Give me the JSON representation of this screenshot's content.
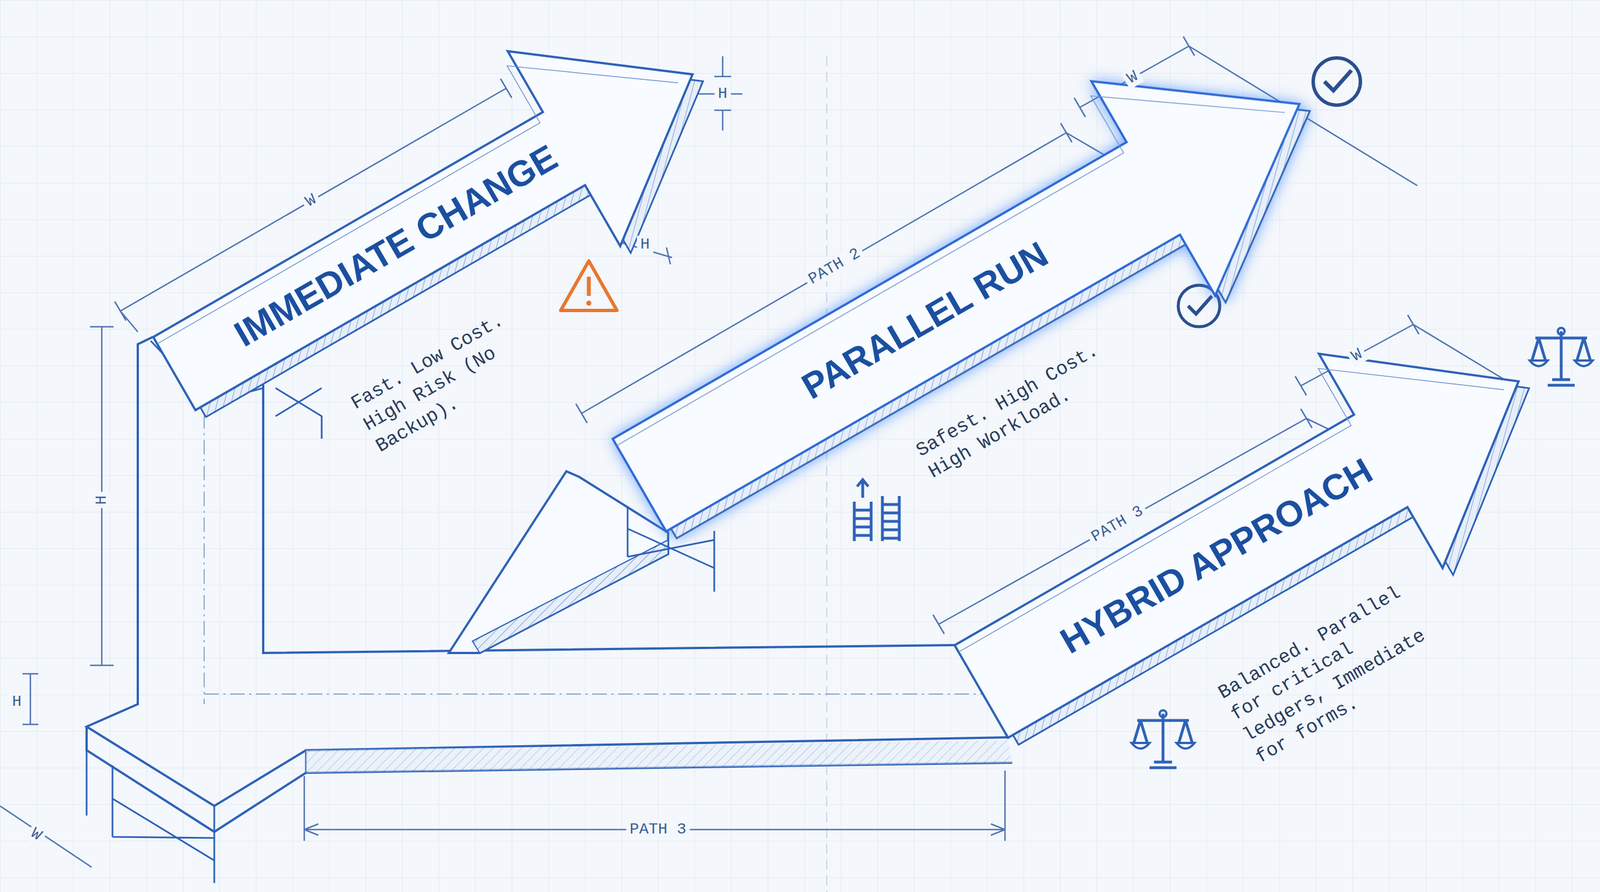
{
  "diagram": {
    "nodes": [
      {
        "text": [
          "IMMEDIATE CHANGE",
          "Fast. Low Cost. High Risk (No Backup)."
        ]
      },
      {
        "text": [
          "PARALLEL RUN",
          "Safest. High Cost. High Workload."
        ]
      },
      {
        "text": [
          "HYBRID APPROACH",
          "Balanced. Parallel for critical ledgers, Immediate for forms."
        ]
      }
    ],
    "labels": [
      "W",
      "H",
      "H",
      "H",
      "H",
      "W",
      "PATH 2",
      "W",
      "PATH 3",
      "W",
      "PATH 3"
    ]
  }
}
